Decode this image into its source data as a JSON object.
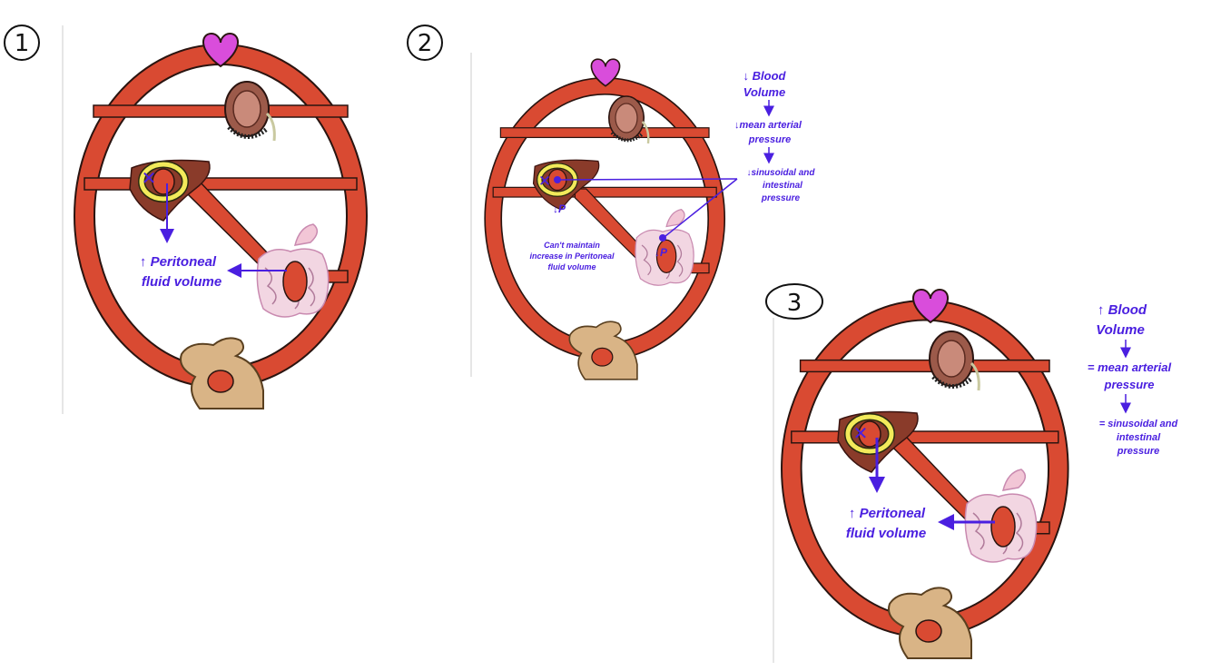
{
  "colors": {
    "vessel": "#d94a32",
    "vessel_stroke": "#2a1410",
    "heart": "#d94ddb",
    "annotation": "#4a1fe0",
    "liver": "#8a3b2a",
    "muscle": "#d9b486",
    "cuff": "#f2ea5a"
  },
  "panel1": {
    "number": "1",
    "arrow_label": "↑",
    "label_line1": "Peritoneal",
    "label_line2": "fluid volume"
  },
  "panel2": {
    "number": "2",
    "liver_pressure": "↓P",
    "gut_pressure": "↓P",
    "note_line1": "Can't maintain",
    "note_line2": "increase in Peritoneal",
    "note_line3": "fluid volume",
    "cascade": {
      "line1a": "↓ Blood",
      "line1b": "Volume",
      "line2a": "↓mean arterial",
      "line2b": "pressure",
      "line3a": "↓sinusoidal and",
      "line3b": "intestinal",
      "line3c": "pressure"
    }
  },
  "panel3": {
    "number": "3",
    "arrow_label": "↑",
    "label_line1": "Peritoneal",
    "label_line2": "fluid volume",
    "cascade": {
      "line1a": "↑ Blood",
      "line1b": "Volume",
      "line2a": "= mean arterial",
      "line2b": "pressure",
      "line3a": "= sinusoidal and",
      "line3b": "intestinal",
      "line3c": "pressure"
    }
  }
}
